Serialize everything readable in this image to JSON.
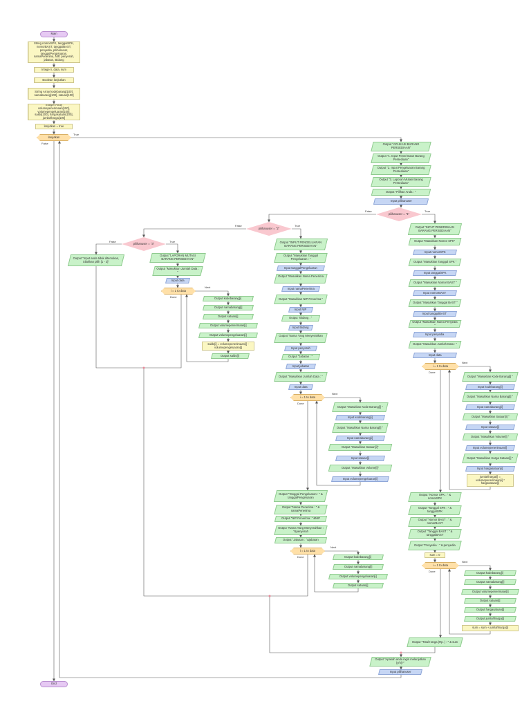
{
  "nodes": {
    "main": "Main",
    "decl_strings": "String nomorSPK, tanggalSPK, nomorBAST, tanggalBAST, penyedia, pilihanuser, tanggalPengeluaran, namaPenerima, NIP, penyerah, jabatan, Bidang",
    "decl_ints": "Integer i, data, sum",
    "decl_bool": "Boolean lanjutkan",
    "decl_str_arrays": "String Array kodebarang[100], namabarang[100], satuan[100]",
    "decl_int_arrays": "Integer Array volumepenerimaan[100], volumepengeluaran[100], saldo[100], hargasatuan[100], jumlahharga[100]",
    "assign_lanjutkan": "lanjutkan = true",
    "while_lanjutkan": "lanjutkan",
    "m1": "Output \"APLIKASI BARANG PERSEDIAAN\"",
    "m2": "Output \"1. Input Penerimaan Barang Persediaan\"",
    "m3": "Output \"2. Input Pengeluaran Barang Persediaan\"",
    "m4": "Output \"3. Laporan Mutasi Barang Persediaan\"",
    "m5": "Output \"Pilihan Anda : \"",
    "m6": "Input pilihanuser",
    "if1": "pilihanuser = \"1\"",
    "if2": "pilihanuser = \"2\"",
    "if3": "pilihanuser = \"3\"",
    "inv": "Output \"Input anda tidak ditemukan, Silahkan pilih [1 - 3]\"",
    "r1": "Output \"INPUT PENERIMAAN BARANG PERSEDIAAN\"",
    "r2": "Output \"Masukkan Nomor SPK\"",
    "r3": "Input nomorSPK",
    "r4": "Output \"Masukkan Tanggal SPK \"",
    "r5": "Input tanggalSPK",
    "r6": "Output \"Masukkan Nomor BAST \"",
    "r7": "Input nomorBAST",
    "r8": "Output \"Masukkan Tanggal BAST \"",
    "r9": "Input tanggalBAST",
    "r10": "Output \"Masukkan Nama Penyedia \"",
    "r11": "Input penyedia",
    "r12": "Output \"Masukkan Jumlah Data : \"",
    "r13": "Input data",
    "rloop1": "i = 1 to data",
    "rl1": "Output \"Masukkan Kode Barang[i] \"",
    "rl2": "Input kodebarang[i]",
    "rl3": "Output \"Masukkan Nama Barang[i] \"",
    "rl4": "Input namabarang[i]",
    "rl5": "Output \"Masukkan Satuan[i] \"",
    "rl6": "Input satuan[i]",
    "rl7": "Output \"Masukkan Volume[i] \"",
    "rl8": "Input volumepenerimaan[i]",
    "rl9": "Output \"Masukkan Harga Satuan[i] \"",
    "rl10": "Input hargasatuan[i]",
    "rl11": "jumlahharga[i] = volumepenerimaan[i] * hargasatuan[i]",
    "rs1": "Output \"Nomor SPK : \" & nomorSPK",
    "rs2": "Output \"Tanggal SPK : \" & tanggalSPK",
    "rs3": "Output \"Nomor BAST : \" & nomorBAST",
    "rs4": "Output \"Tanggal BAST : \" & tanggalBAST",
    "rs5": "Output \"Penyedia : \" & penyedia",
    "rs6": "sum = 0",
    "rloop2": "i = 1 to data",
    "rm1": "Output kodebarang[i]",
    "rm2": "Output namabarang[i]",
    "rm3": "Output volumepenerimaan[i]",
    "rm4": "Output satuan[i]",
    "rm5": "Output hargasatuan[i]",
    "rm6": "Output jumlahharga[i]",
    "rm7": "sum = sum + jumlahharga[i]",
    "rtotal": "Output \"Total Harga (Rp. ) : \" & sum",
    "p1": "Output \"INPUT PENGELUARAN BARANG PERSEDIAAN\"",
    "p2": "Output \"Masukkan Tanggal Pengeluaran : \"",
    "p3": "Input tanggalPengeluaran",
    "p4": "Output \"Masukkan Nama Penerima \"",
    "p5": "Input namaPenerima",
    "p6": "Output \"Masukkan NIP Penerima \"",
    "p7": "Input NIP",
    "p8": "Output \"Bidang : \"",
    "p9": "Input Bidang",
    "p10": "Output \"Nama Yang Menyerahkan \"",
    "p11": "Input penyerah",
    "p12": "Output \"Jabatan : \"",
    "p13": "Input jabatan",
    "p14": "Output \"Masukkan Jumlah Data : \"",
    "p15": "Input data",
    "ploop1": "i = 1 to data",
    "pl1": "Output \"Masukkan Kode Barang[i] \"",
    "pl2": "Input kodebarang[i]",
    "pl3": "Output \"Masukkan Nama Barang[i] \"",
    "pl4": "Input namabarang[i]",
    "pl5": "Output \"Masukkan Satuan[i]\"",
    "pl6": "Input satuan[i]",
    "pl7": "Output \"Masukkan Volume[i]\"",
    "pl8": "Input volumepengeluaran[i]",
    "ps1": "Output \"Tanggal Pengeluaran : \" & tanggalPengeluaran",
    "ps2": "Output \"Nama Penerima : \" & namaPenerima",
    "ps3": "Output \"NIP Penerima : \"&NIP",
    "ps4": "Output \"Nama Yang Menyerahkan : \"&penyerah",
    "ps5": "Output \"Jabatan : \"&jabatan",
    "ploop2": "i = 1 to data",
    "pm1": "Output kodebarang[i]",
    "pm2": "Output namabarang[i]",
    "pm3": "Output volumepengeluaran[i]",
    "pm4": "Output satuan[i]",
    "l1": "Output \"LAPORAN MUTASI BARANG PERSEDIAAN\"",
    "l2": "Output \"Masukkan Jumlah Data : \"",
    "l3": "Input data",
    "lloop": "i = 1 to data",
    "lm1": "Output kodebarang[i]",
    "lm2": "Output namabarang[i]",
    "lm3": "Output satuan[i]",
    "lm4": "Output volumepenerimaan[i]",
    "lm5": "Output volumepengeluaran[i]",
    "lm6": "saldo[i] = volumepenerimaan[i] - volumepengeluaran[i]",
    "lm7": "Output saldo[i]",
    "ask": "Output \"Apakah anda ingin melanjutkan (y/n)?\"",
    "ask_in": "Input pilihanuser",
    "end": "End"
  },
  "labels": {
    "true": "True",
    "false": "False",
    "next": "Next",
    "done": "Done"
  },
  "colors": {
    "output": "#c9f2c9",
    "input": "#c6d6f4",
    "process": "#fbf7c3",
    "terminal": "#e6c9f3",
    "loop": "#ffe0a8",
    "decision": "#f9c8cf",
    "connector": "#555555"
  }
}
